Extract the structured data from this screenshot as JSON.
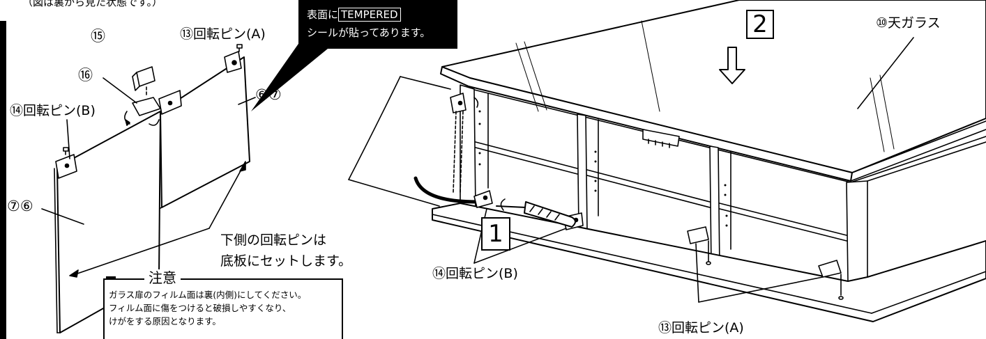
{
  "header_note": "（図は裏から見た状態です。）",
  "callout": {
    "prefix": "表面に",
    "boxed": "TEMPERED",
    "line2": "シールが貼ってあります。"
  },
  "parts": {
    "p15": "⑮",
    "p16": "⑯",
    "p13_top": "⑬回転ピン(A)",
    "p14_top": "⑭回転ピン(B)",
    "p67": "⑥⑦",
    "p76": "⑦⑥",
    "p10": "⑩天ガラス",
    "p14_bottom": "⑭回転ピン(B)",
    "p13_bottom": "⑬回転ピン(A)"
  },
  "bottom_pin_note": [
    "下側の回転ピンは",
    "底板にセットします。"
  ],
  "steps": {
    "one": "1",
    "two": "2"
  },
  "caution": {
    "title": "注意",
    "lines": [
      "ガラス扉のフィルム面は裏(内側)にしてください。",
      "フィルム面に傷をつけると破損しやすくなり、",
      "けがをする原因となります。"
    ]
  }
}
